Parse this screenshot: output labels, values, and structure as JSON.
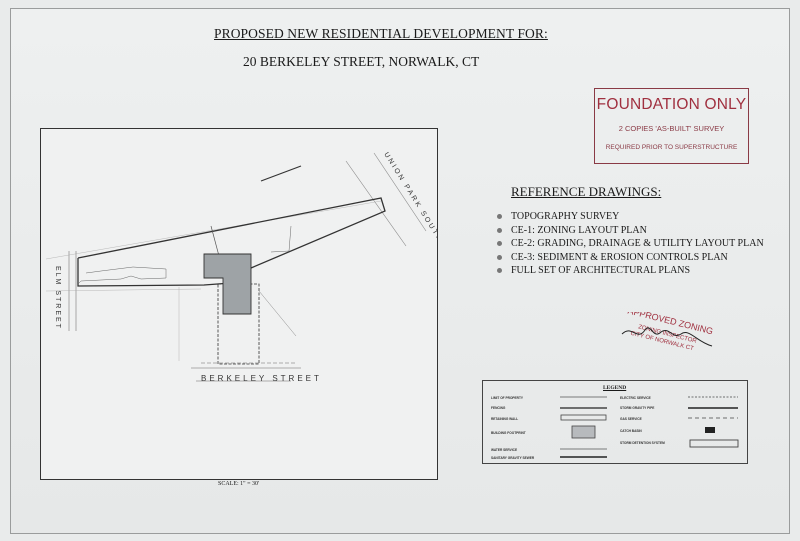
{
  "header": {
    "title": "PROPOSED NEW RESIDENTIAL DEVELOPMENT FOR:",
    "address": "20 BERKELEY STREET, NORWALK, CT"
  },
  "stamp": {
    "headline": "FOUNDATION ONLY",
    "line1": "2 COPIES 'AS-BUILT' SURVEY",
    "line2": "REQUIRED PRIOR TO SUPERSTRUCTURE",
    "color": "#a0303f"
  },
  "plan": {
    "streets": [
      "ELM STREET",
      "BERKELEY STREET",
      "UNION PARK SOUTH"
    ],
    "scale": "SCALE: 1\" = 30'"
  },
  "reference": {
    "title": "REFERENCE DRAWINGS:",
    "items": [
      "TOPOGRAPHY SURVEY",
      "CE-1: ZONING LAYOUT PLAN",
      "CE-2: GRADING, DRAINAGE & UTILITY LAYOUT PLAN",
      "CE-3: SEDIMENT & EROSION CONTROLS PLAN",
      "FULL SET OF ARCHITECTURAL PLANS"
    ]
  },
  "approval": {
    "line1": "APPROVED ZONING",
    "line2": "ZONING INSPECTOR",
    "line3": "CITY OF NORWALK CT"
  },
  "legend": {
    "title": "LEGEND",
    "left": [
      "LIMIT OF PROPERTY",
      "FENCING",
      "RETAINING WALL",
      "BUILDING FOOTPRINT",
      "WATER SERVICE",
      "SANITARY GRAVITY SEWER"
    ],
    "right": [
      "ELECTRIC SERVICE",
      "STORM GRAVITY PIPE",
      "GAS SERVICE",
      "CATCH BASIN",
      "STORM DETENTION SYSTEM"
    ]
  }
}
